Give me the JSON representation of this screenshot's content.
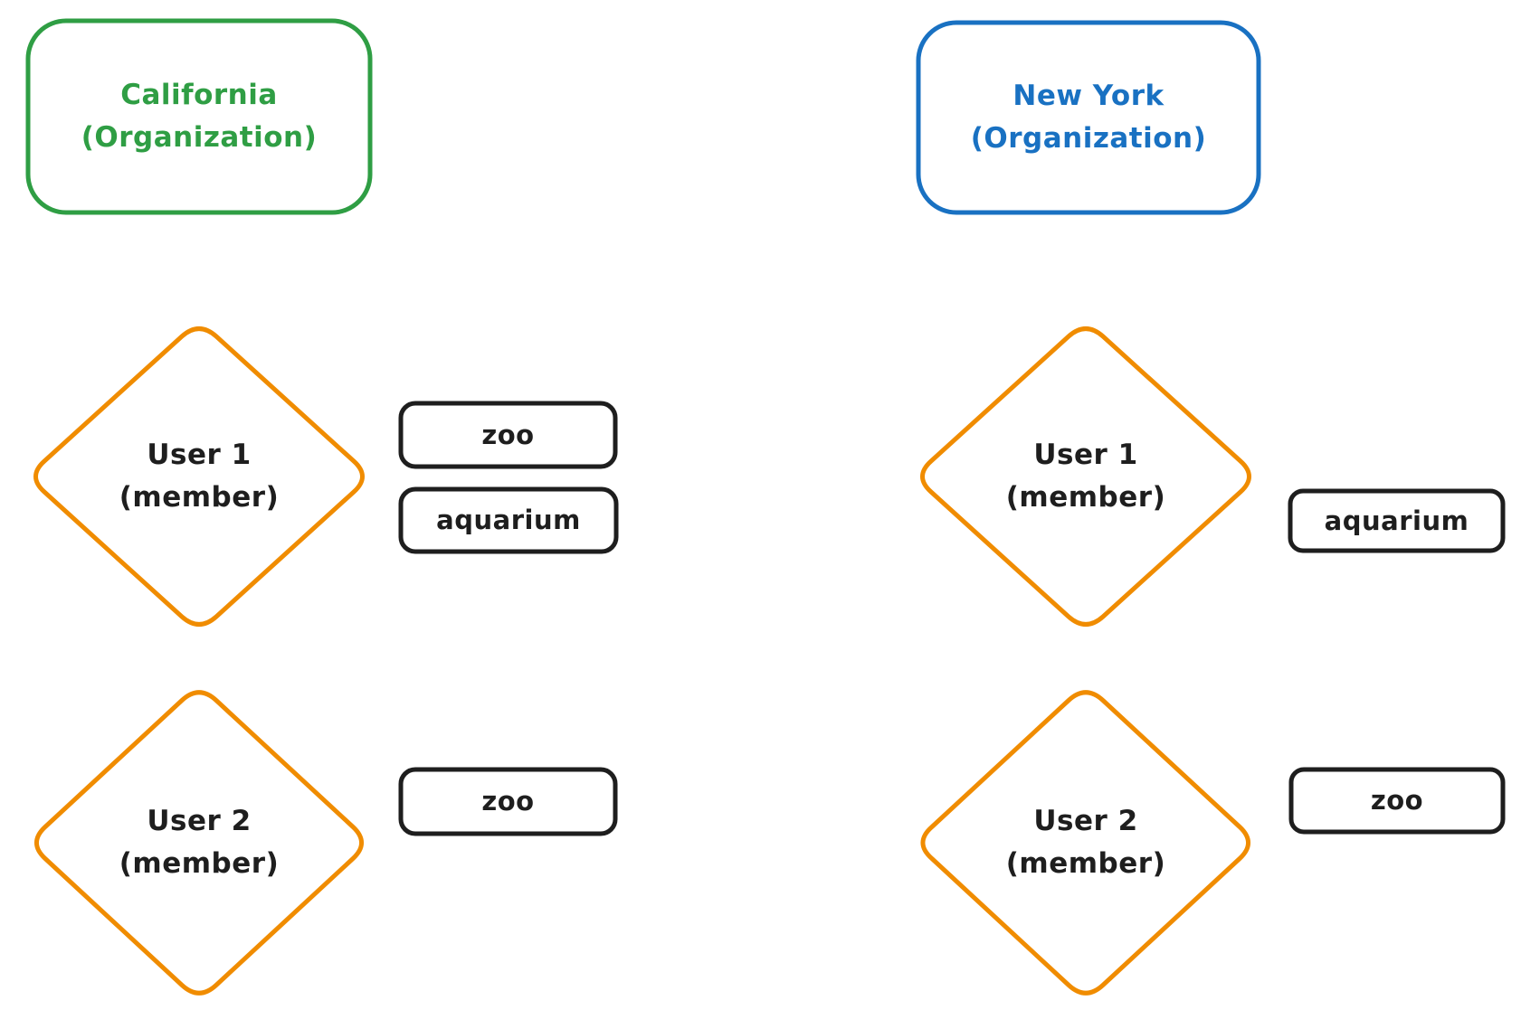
{
  "colors": {
    "green": "#2f9e44",
    "blue": "#1971c2",
    "orange": "#f08c00",
    "ink": "#1e1e1e"
  },
  "left_column": {
    "org": {
      "line1": "California",
      "line2": "(Organization)"
    },
    "user1": {
      "line1": "User 1",
      "line2": "(member)",
      "tags": [
        "zoo",
        "aquarium"
      ]
    },
    "user2": {
      "line1": "User 2",
      "line2": "(member)",
      "tags": [
        "zoo"
      ]
    }
  },
  "right_column": {
    "org": {
      "line1": "New York",
      "line2": "(Organization)"
    },
    "user1": {
      "line1": "User 1",
      "line2": "(member)",
      "tags": [
        "aquarium"
      ]
    },
    "user2": {
      "line1": "User 2",
      "line2": "(member)",
      "tags": [
        "zoo"
      ]
    }
  }
}
